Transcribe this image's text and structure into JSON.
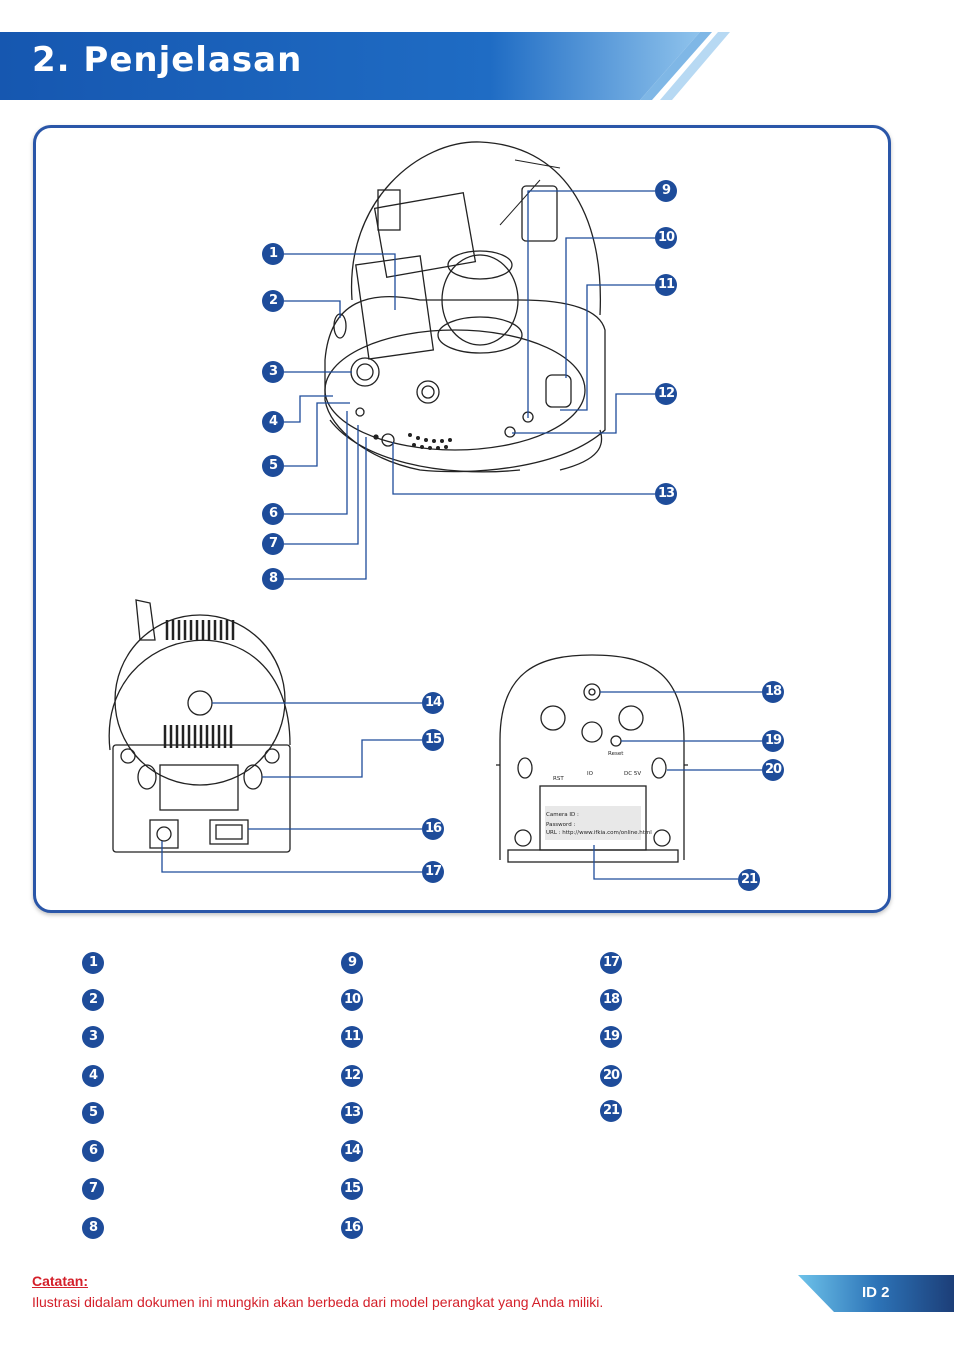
{
  "header": {
    "title": "2. Penjelasan",
    "color": "#1c5fb5"
  },
  "callouts": [
    "1",
    "2",
    "3",
    "4",
    "5",
    "6",
    "7",
    "8",
    "9",
    "10",
    "11",
    "12",
    "13",
    "14",
    "15",
    "16",
    "17",
    "18",
    "19",
    "20",
    "21"
  ],
  "bottom_label": {
    "camera_id": "Camera ID :",
    "password": "Password :",
    "url": "URL : http://www.ifkia.com/online.html",
    "reset": "Reset",
    "rst": "RST",
    "io": "IO",
    "dc": "DC 5V"
  },
  "legend": {
    "col1": [
      "1",
      "2",
      "3",
      "4",
      "5",
      "6",
      "7",
      "8"
    ],
    "col2": [
      "9",
      "10",
      "11",
      "12",
      "13",
      "14",
      "15",
      "16"
    ],
    "col3": [
      "17",
      "18",
      "19",
      "20",
      "21"
    ]
  },
  "note": {
    "title": "Catatan:",
    "text": "Ilustrasi didalam dokumen ini mungkin akan berbeda dari model perangkat yang Anda miliki."
  },
  "page": {
    "number": "ID 2"
  },
  "colors": {
    "badge": "#1e4c9a",
    "frame": "#2a56a8",
    "note": "#d4202a"
  }
}
